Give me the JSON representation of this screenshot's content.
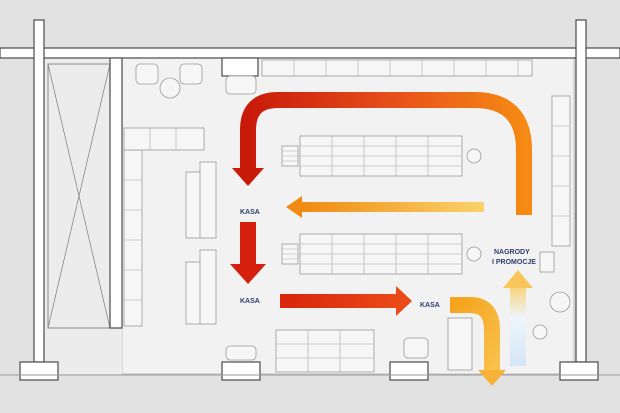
{
  "labels": {
    "kasa_1": "KASA",
    "kasa_2": "KASA",
    "kasa_3": "KASA",
    "nagrody_line1": "NAGRODY",
    "nagrody_line2": "I PROMOCJE"
  },
  "colors": {
    "background": "#e2e2e2",
    "floor": "#f2f2f2",
    "wall": "#ffffff",
    "wall_stroke": "#4a4a4a",
    "fixture_stroke": "#9a9a9a",
    "arrow_red": "#cc1a0a",
    "arrow_orange": "#f08a12",
    "arrow_yellow": "#f5b73a",
    "arrow_blue_light": "#cfe3f5",
    "label_text": "#2c3e6e"
  }
}
